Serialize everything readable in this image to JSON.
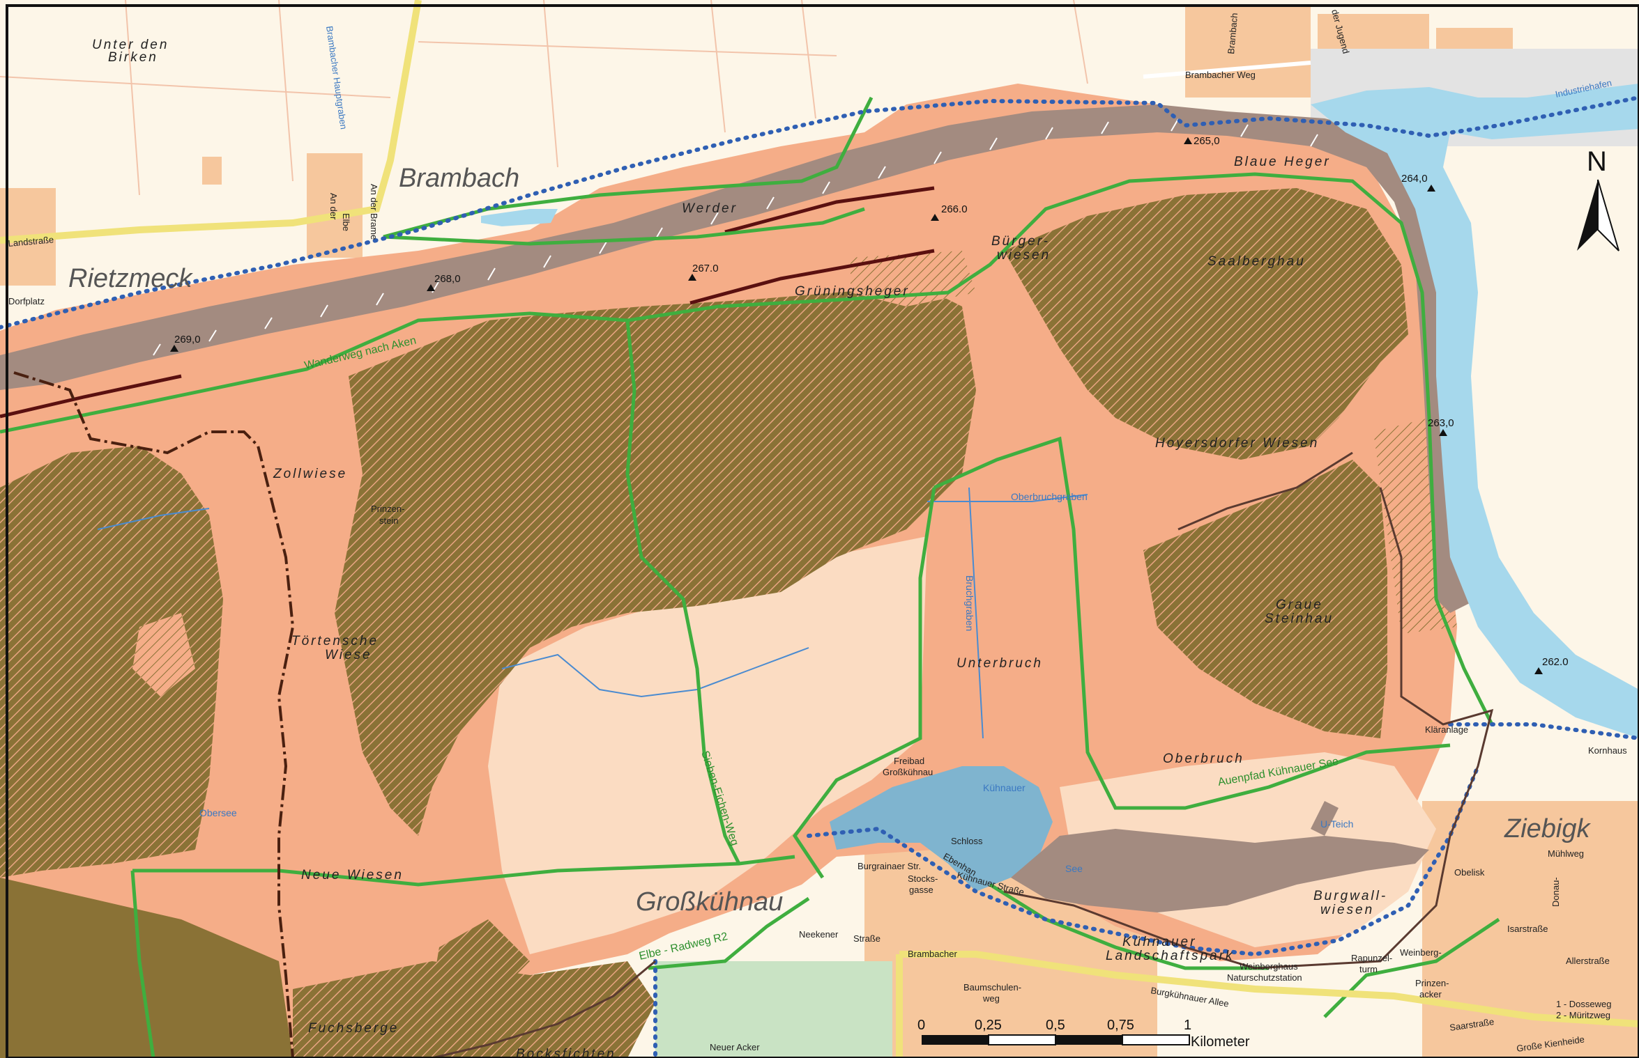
{
  "map": {
    "places": [
      {
        "id": "brambach",
        "label": "Brambach"
      },
      {
        "id": "rietzmeck",
        "label": "Rietzmeck"
      },
      {
        "id": "grosskuehnau",
        "label": "Großkühnau"
      },
      {
        "id": "ziebigk",
        "label": "Ziebigk"
      }
    ],
    "locales": [
      {
        "id": "unter-den-birken-1",
        "label": "Unter den"
      },
      {
        "id": "unter-den-birken-2",
        "label": "Birken"
      },
      {
        "id": "werder",
        "label": "Werder"
      },
      {
        "id": "blaue-heger",
        "label": "Blaue Heger"
      },
      {
        "id": "saalberghau",
        "label": "Saalberghau"
      },
      {
        "id": "buergerwiesen-1",
        "label": "Bürger-"
      },
      {
        "id": "buergerwiesen-2",
        "label": "wiesen"
      },
      {
        "id": "grueningsheger",
        "label": "Grüningsheger"
      },
      {
        "id": "zollwiese",
        "label": "Zollwiese"
      },
      {
        "id": "hoyersdorfer-wiesen",
        "label": "Hoyersdorfer Wiesen"
      },
      {
        "id": "toertensche-1",
        "label": "Törtensche"
      },
      {
        "id": "toertensche-2",
        "label": "Wiese"
      },
      {
        "id": "graue-steinhau-1",
        "label": "Graue"
      },
      {
        "id": "graue-steinhau-2",
        "label": "Steinhau"
      },
      {
        "id": "unterbruch",
        "label": "Unterbruch"
      },
      {
        "id": "oberbruch",
        "label": "Oberbruch"
      },
      {
        "id": "neue-wiesen",
        "label": "Neue Wiesen"
      },
      {
        "id": "burgwallwiesen-1",
        "label": "Burgwall-"
      },
      {
        "id": "burgwallwiesen-2",
        "label": "wiesen"
      },
      {
        "id": "fuchsberge",
        "label": "Fuchsberge"
      },
      {
        "id": "bocksfichten",
        "label": "Bocksfichten"
      },
      {
        "id": "landschaftspark-1",
        "label": "Kühnauer"
      },
      {
        "id": "landschaftspark-2",
        "label": "Landschaftspark"
      }
    ],
    "roads": [
      {
        "id": "landstrasse",
        "label": "Landstraße"
      },
      {
        "id": "dorfplatz",
        "label": "Dorfplatz"
      },
      {
        "id": "brambacher-hauptgraben",
        "label": "Brambacher Hauptgraben"
      },
      {
        "id": "an-der-elbe-1",
        "label": "An der"
      },
      {
        "id": "an-der-elbe-2",
        "label": "Elbe"
      },
      {
        "id": "an-der-brame",
        "label": "An der Brame"
      },
      {
        "id": "brambacher-weg",
        "label": "Brambacher Weg"
      },
      {
        "id": "brambach-vert",
        "label": "Brambach"
      },
      {
        "id": "der-jugend",
        "label": "der Jugend"
      },
      {
        "id": "industriehafen",
        "label": "Industriehafen"
      },
      {
        "id": "prinzenstein-1",
        "label": "Prinzen-"
      },
      {
        "id": "prinzenstein-2",
        "label": "stein"
      },
      {
        "id": "klaeranlage",
        "label": "Kläranlage"
      },
      {
        "id": "kornhaus",
        "label": "Kornhaus"
      },
      {
        "id": "freibad-1",
        "label": "Freibad"
      },
      {
        "id": "freibad-2",
        "label": "Großkühnau"
      },
      {
        "id": "burgrainaer",
        "label": "Burgrainaer Str."
      },
      {
        "id": "schloss",
        "label": "Schloss"
      },
      {
        "id": "stocks",
        "label": "Stocks-"
      },
      {
        "id": "gasse",
        "label": "gasse"
      },
      {
        "id": "ebenhan",
        "label": "Ebenhan"
      },
      {
        "id": "kuehnauer-strasse",
        "label": "Kühnauer Straße"
      },
      {
        "id": "neekener",
        "label": "Neekener"
      },
      {
        "id": "strasse",
        "label": "Straße"
      },
      {
        "id": "brambacher-strasse",
        "label": "Brambacher"
      },
      {
        "id": "baumschulenweg",
        "label": "Baumschulen-"
      },
      {
        "id": "weg",
        "label": "weg"
      },
      {
        "id": "weinberghaus-1",
        "label": "Weinberghaus"
      },
      {
        "id": "weinberghaus-2",
        "label": "Naturschutzstation"
      },
      {
        "id": "burgkuehnauer-allee",
        "label": "Burgkühnauer Allee"
      },
      {
        "id": "rapunzelturm-1",
        "label": "Rapunzel-"
      },
      {
        "id": "rapunzelturm-2",
        "label": "turm"
      },
      {
        "id": "muehlweg",
        "label": "Mühlweg"
      },
      {
        "id": "obelisk",
        "label": "Obelisk"
      },
      {
        "id": "isarstrasse",
        "label": "Isarstraße"
      },
      {
        "id": "allerstrasse",
        "label": "Allerstraße"
      },
      {
        "id": "saarstrasse",
        "label": "Saarstraße"
      },
      {
        "id": "neuer-acker",
        "label": "Neuer Acker"
      },
      {
        "id": "grosse-kienheide",
        "label": "Große Kienheide"
      },
      {
        "id": "dosseweg",
        "label": "1 - Dosseweg"
      },
      {
        "id": "mueritzweg",
        "label": "2 - Müritzweg"
      },
      {
        "id": "donaustrasse",
        "label": "Donau-"
      },
      {
        "id": "weinbergweg",
        "label": "Weinberg-"
      },
      {
        "id": "prinzenacker",
        "label": "Prinzen-"
      },
      {
        "id": "acker",
        "label": "acker"
      }
    ],
    "waters": [
      {
        "id": "oberbruchgraben",
        "label": "Oberbruchgraben"
      },
      {
        "id": "bruchgraben",
        "label": "Bruchgraben"
      },
      {
        "id": "kuehnauer-see-1",
        "label": "Kühnauer"
      },
      {
        "id": "kuehnauer-see-2",
        "label": "See"
      },
      {
        "id": "u-teich",
        "label": "U-Teich"
      },
      {
        "id": "obersee",
        "label": "Obersee"
      }
    ],
    "trails": [
      {
        "id": "wanderweg",
        "label": "Wanderweg nach Aken"
      },
      {
        "id": "sieben-eichen",
        "label": "Sieben-Eichen-Weg"
      },
      {
        "id": "auenpfad",
        "label": "Auenpfad Kühnauer See"
      },
      {
        "id": "elbe-radweg",
        "label": "Elbe - Radweg R2"
      }
    ],
    "elevations": [
      {
        "id": "e269",
        "label": "269,0"
      },
      {
        "id": "e268",
        "label": "268,0"
      },
      {
        "id": "e267",
        "label": "267.0"
      },
      {
        "id": "e266",
        "label": "266.0"
      },
      {
        "id": "e265",
        "label": "265,0"
      },
      {
        "id": "e264",
        "label": "264,0"
      },
      {
        "id": "e263",
        "label": "263,0"
      },
      {
        "id": "e262",
        "label": "262.0"
      }
    ],
    "north_label": "N",
    "scale_bar": {
      "ticks": [
        "0",
        "0,25",
        "0,5",
        "0,75",
        "1"
      ],
      "unit": "Kilometer"
    },
    "colors": {
      "meadow": "#f5ad88",
      "field": "#fbdcc2",
      "farmland": "#fdf6e8",
      "forest": "#8a7236",
      "dike": "#a38b80",
      "water": "#a6d8ec",
      "trail": "#3fae3f",
      "boundary": "#2f5fb3",
      "town": "#f6c79d"
    }
  }
}
